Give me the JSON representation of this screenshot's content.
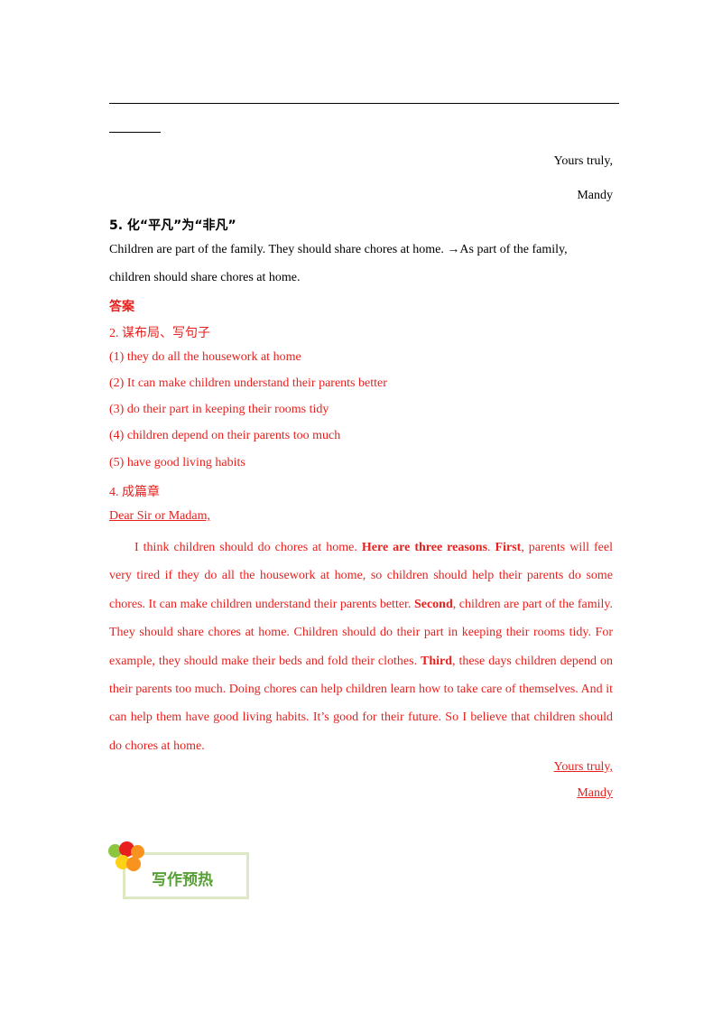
{
  "letter_top": {
    "closing": "Yours truly,",
    "signature": "Mandy"
  },
  "section5": {
    "heading": "5. 化“平凡”为“非凡”",
    "line1": "Children are part of the family. They should share chores at home. →As part of the family,",
    "line2": "children should share chores at home."
  },
  "answers": {
    "title": "答案",
    "part2_heading": "2. 谋布局、写句子",
    "items": [
      "(1) they do all the housework at home",
      "(2) It can make children understand their parents better",
      "(3) do their part in keeping their rooms tidy",
      "(4) children depend on their parents too much",
      "(5) have good living habits"
    ],
    "part4_heading": "4. 成篇章",
    "salutation": "Dear Sir or Madam,",
    "essay": {
      "s1": "I think children should do chores at home. ",
      "b1": "Here are three reasons",
      "s2": ". ",
      "b2": "First",
      "s3": ", parents will feel very tired if they do all the housework at home, so children should help their parents do some chores. It can make children understand their parents better. ",
      "b3": "Second",
      "s4": ", children are part of the family. They should share chores at home. Children should do their part in keeping their rooms tidy. For example, they should make their beds and fold their clothes. ",
      "b4": "Third",
      "s5": ", these days children depend on their parents too much. Doing chores can help children learn how to take care of themselves. And it can help them have good living habits. It’s good for their future. So I believe that children should do chores at home."
    },
    "closing": "Yours truly,",
    "signature": "Mandy"
  },
  "badge": {
    "label": "写作预热",
    "colors": [
      "#8cc63f",
      "#e8201d",
      "#f7931e",
      "#fcd116"
    ]
  }
}
